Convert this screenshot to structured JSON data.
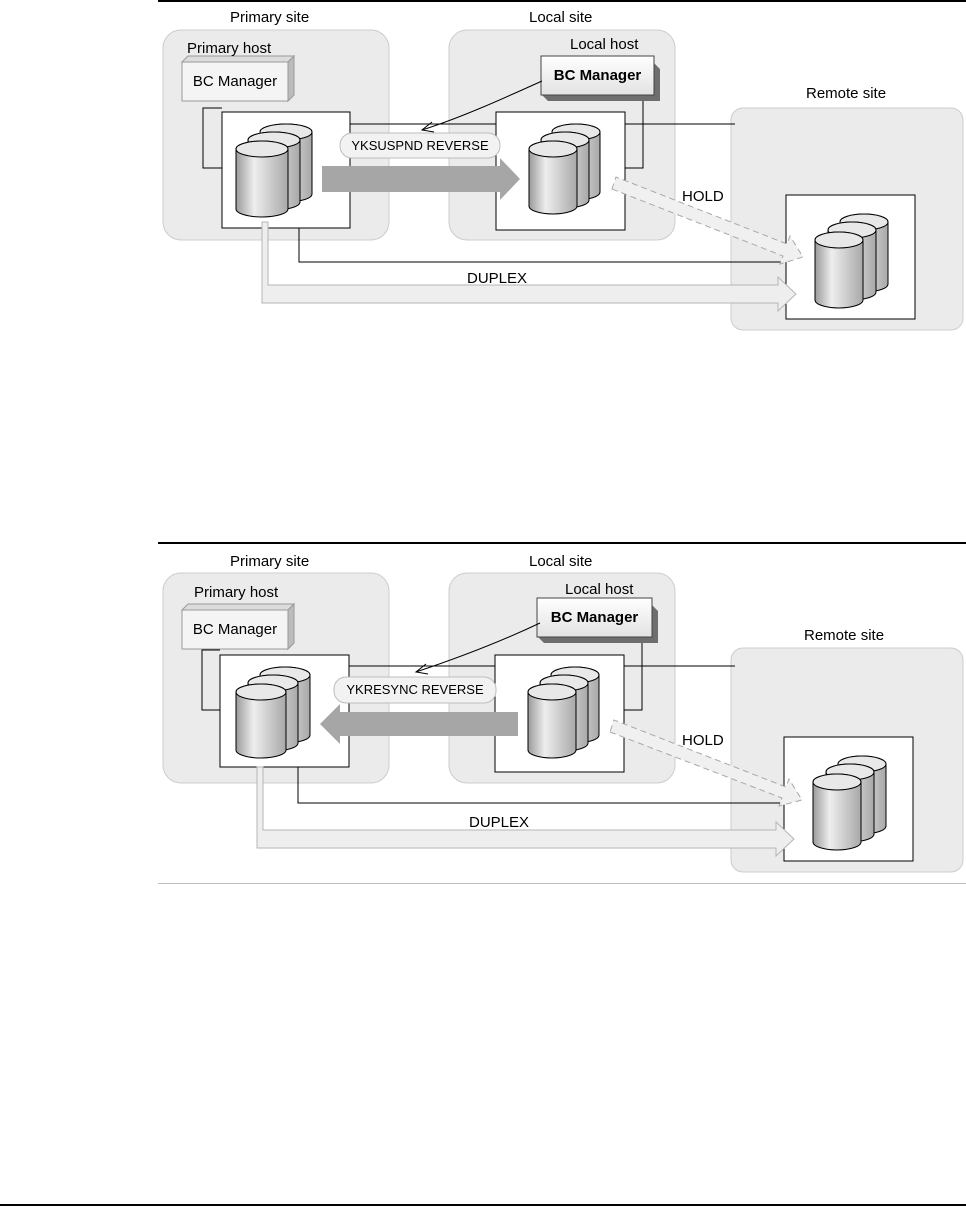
{
  "figures": [
    {
      "primary_site": "Primary site",
      "local_site": "Local site",
      "remote_site": "Remote site",
      "primary_host": "Primary host",
      "local_host": "Local host",
      "primary_bc_manager": "BC Manager",
      "local_bc_manager": "BC Manager",
      "command": "YKSUSPND REVERSE",
      "hold_label": "HOLD",
      "duplex_label": "DUPLEX"
    },
    {
      "primary_site": "Primary site",
      "local_site": "Local site",
      "remote_site": "Remote site",
      "primary_host": "Primary host",
      "local_host": "Local host",
      "primary_bc_manager": "BC Manager",
      "local_bc_manager": "BC Manager",
      "command": "YKRESYNC REVERSE",
      "hold_label": "HOLD",
      "duplex_label": "DUPLEX"
    }
  ],
  "colors": {
    "site_fill": "#ebebeb",
    "site_stroke": "#cccccc",
    "arrow_fill": "#a6a6a6",
    "duplex_arrow_fill": "#eeeeee",
    "duplex_arrow_stroke": "#b5b5b5",
    "disk_fill": "#d4d4d4"
  }
}
